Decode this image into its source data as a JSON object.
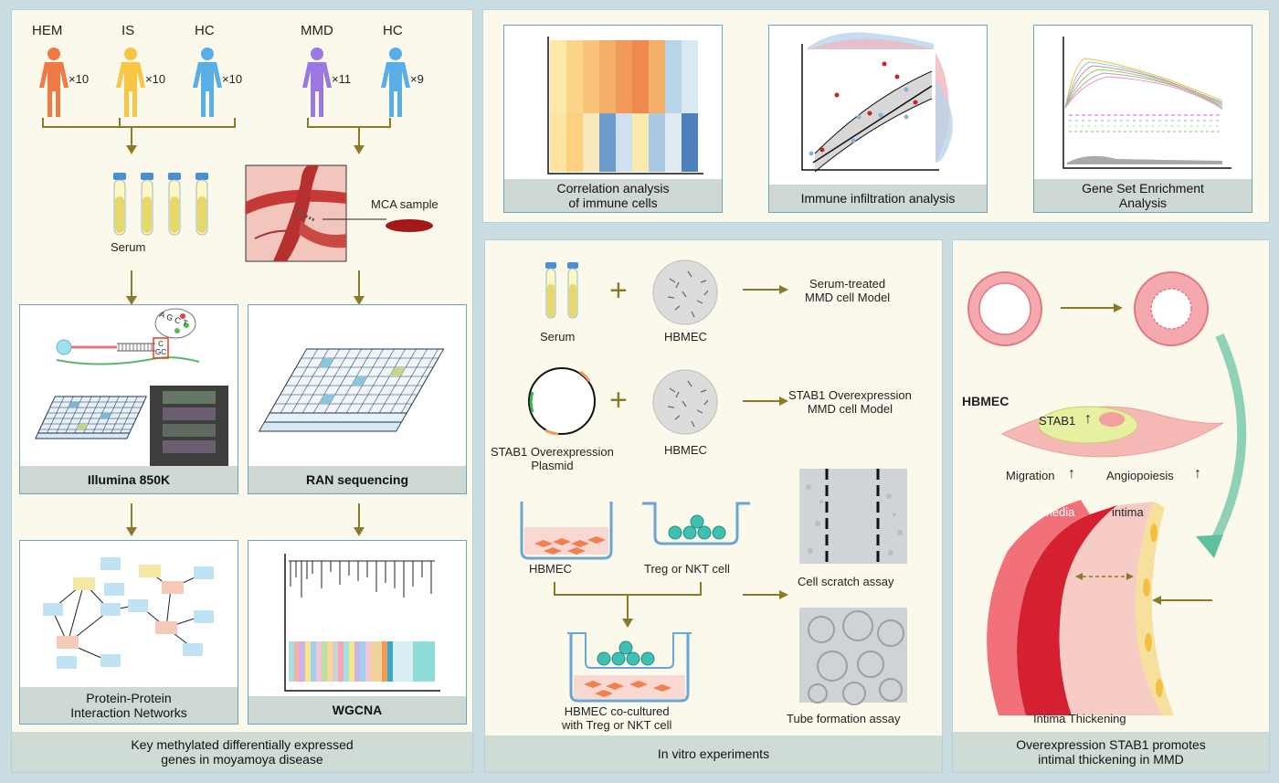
{
  "left_panel": {
    "groups": [
      {
        "label": "HEM",
        "count": "×10",
        "color": "#f07a45"
      },
      {
        "label": "IS",
        "count": "×10",
        "color": "#f8c646"
      },
      {
        "label": "HC",
        "count": "×10",
        "color": "#5aaee6"
      },
      {
        "label": "MMD",
        "count": "×11",
        "color": "#9b78e0"
      },
      {
        "label": "HC",
        "count": "×9",
        "color": "#5aaee6"
      }
    ],
    "serum_label": "Serum",
    "mca_label": "MCA sample",
    "illumina_label": "Illumina 850K",
    "rna_label": "RAN sequencing",
    "ppi_label": "Protein-Protein\nInteraction Networks",
    "wgcna_label": "WGCNA",
    "caption": "Key methylated differentially expressed\ngenes in moyamoya disease",
    "dna_letters": "A G C T",
    "dna_box": "C\nGC"
  },
  "top_panel": {
    "correlation_label": "Correlation analysis\nof immune cells",
    "immune_label": "Immune infiltration analysis",
    "gsea_label": "Gene Set Enrichment\nAnalysis"
  },
  "middle_panel": {
    "serum_label": "Serum",
    "hbmec_label_1": "HBMEC",
    "model_1": "Serum-treated\nMMD cell Model",
    "plasmid_label": "STAB1 Overexpression\nPlasmid",
    "hbmec_label_2": "HBMEC",
    "model_2": "STAB1 Overexpression\nMMD cell Model",
    "hbmec_label_3": "HBMEC",
    "treg_label": "Treg or NKT cell",
    "coculture_label": "HBMEC co-cultured\nwith Treg or NKT cell",
    "scratch_label": "Cell scratch assay",
    "tube_label": "Tube formation assay",
    "caption": "In vitro experiments"
  },
  "right_panel": {
    "hbmec_title": "HBMEC",
    "stab1_label": "STAB1",
    "migration_label": "Migration",
    "angiopoiesis_label": "Angiopoiesis",
    "media_label": "media",
    "intima_label": "intima",
    "thickening_label": "Intima Thickening",
    "caption": "Overexpression STAB1 promotes\nintimal thickening in MMD",
    "arrow_up": "↑"
  },
  "colors": {
    "arrow": "#8a7a2c",
    "panel_bg": "#fbf9ec",
    "box_border": "#6aa5b8",
    "caption_bg": "#cfdcd6"
  }
}
